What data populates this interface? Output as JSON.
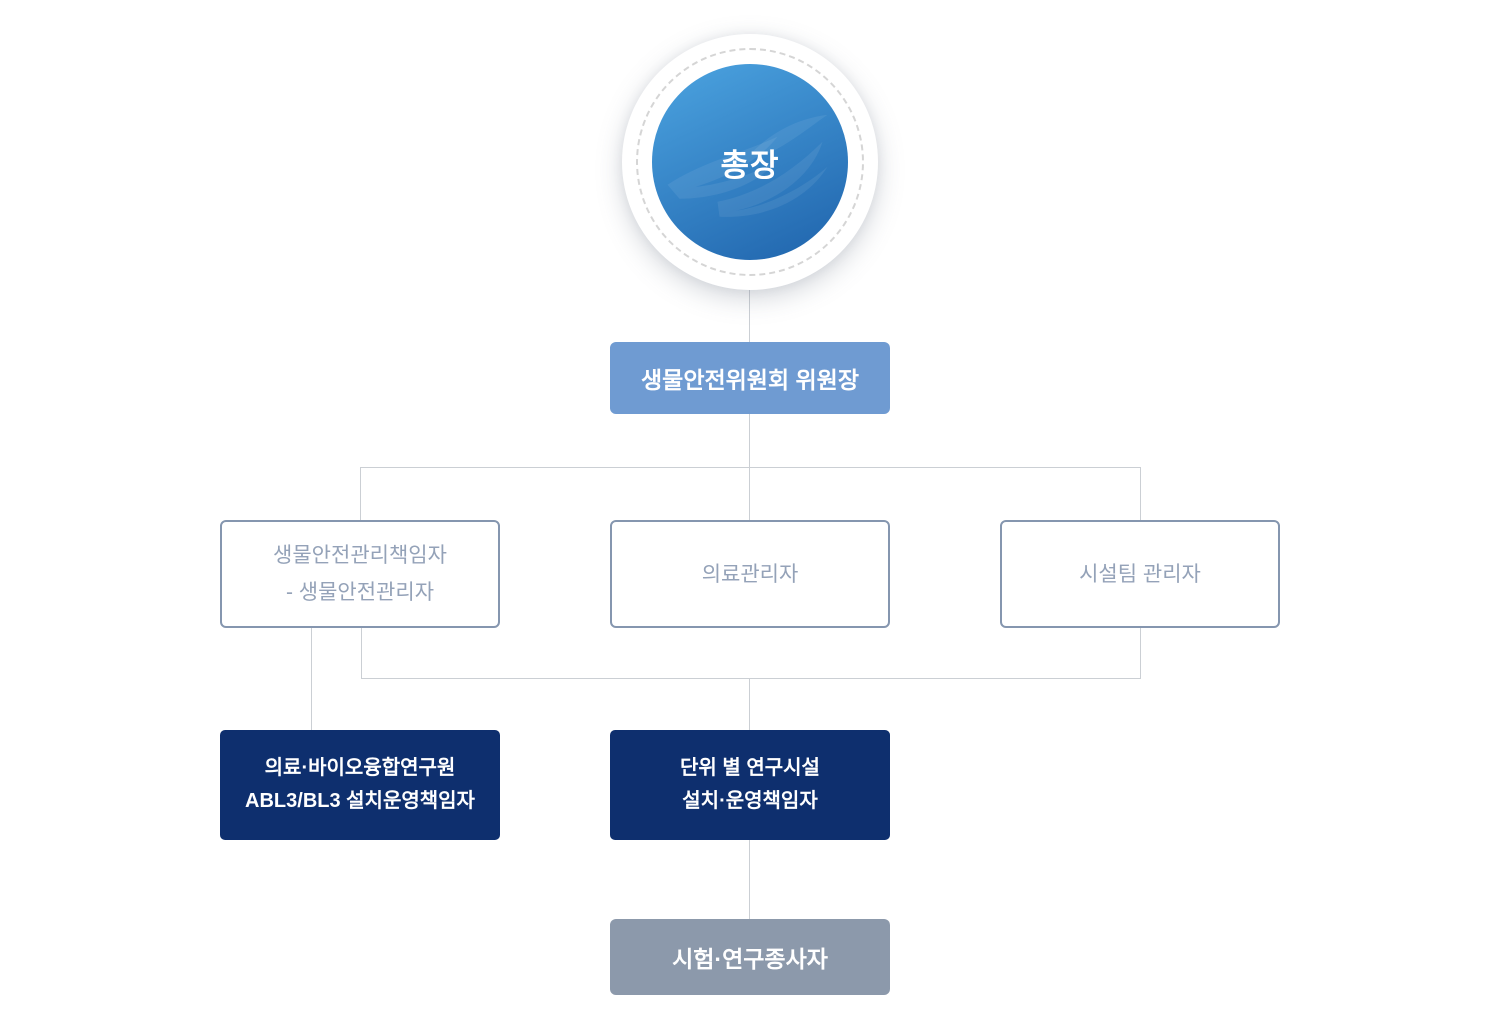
{
  "colors": {
    "line": "#cbcfd4",
    "chair_bg": "#6f9bd2",
    "navy_bg": "#0e2f6e",
    "gray_bg": "#8c99ab",
    "outline_border": "#8596af",
    "outline_text": "#94a2b8",
    "blue_light": "#4aa1de",
    "blue_dark": "#2166ae"
  },
  "org": {
    "president": {
      "label": "총장"
    },
    "committee_chair": {
      "label": "생물안전위원회 위원장"
    },
    "biosafety_manager": {
      "line1": "생물안전관리책임자",
      "line2": "- 생물안전관리자"
    },
    "medical_manager": {
      "label": "의료관리자"
    },
    "facility_team_manager": {
      "label": "시설팀 관리자"
    },
    "bio_institute_abl3": {
      "line1": "의료·바이오융합연구원",
      "line2": "ABL3/BL3 설치운영책임자"
    },
    "unit_research_facility": {
      "line1": "단위 별 연구시설",
      "line2": "설치·운영책임자"
    },
    "researchers": {
      "label": "시험·연구종사자"
    }
  }
}
